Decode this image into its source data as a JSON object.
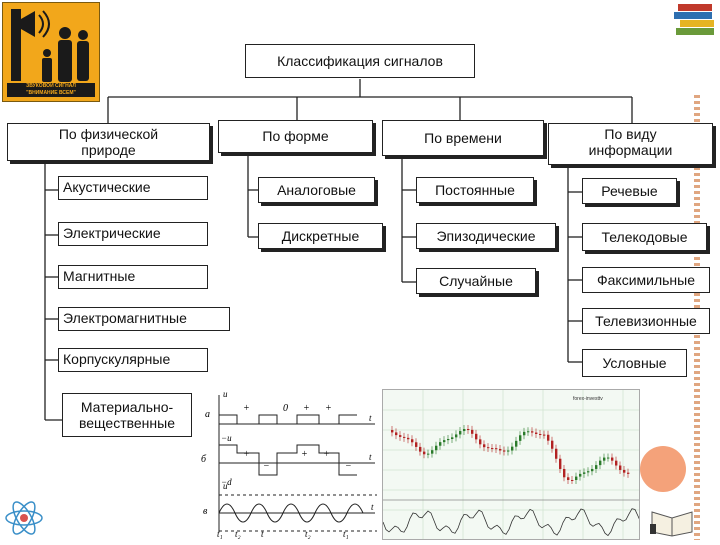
{
  "title": "Классификация сигналов",
  "logo": {
    "line1": "ЗВУКОВОЙ СИГНАЛ",
    "line2": "\"ВНИМАНИЕ ВСЕМ\""
  },
  "categories": [
    {
      "label": "По физической природе",
      "items": [
        "Акустические",
        "Электрические",
        "Магнитные",
        "Электромагнитные",
        "Корпускулярные",
        "Материально-вещественные"
      ]
    },
    {
      "label": "По форме",
      "items": [
        "Аналоговые",
        "Дискретные"
      ]
    },
    {
      "label": "По времени",
      "items": [
        "Постоянные",
        "Эпизодические",
        "Случайные"
      ]
    },
    {
      "label": "По виду информации",
      "items": [
        "Речевые",
        "Телекодовые",
        "Факсимильные",
        "Телевизионные",
        "Условные"
      ]
    }
  ],
  "physical_last_line1": "Материально-",
  "physical_last_line2": "вещественные",
  "physical_head_line1": "По физической",
  "physical_head_line2": "природе",
  "info_head_line1": "По виду",
  "info_head_line2": "информации",
  "signal_figure": {
    "row_labels": [
      "a",
      "б",
      "в"
    ],
    "level_labels": [
      "u",
      "−u",
      "−d",
      "u"
    ],
    "symbols_a": [
      "+",
      "0",
      "+",
      "+"
    ],
    "symbols_b": [
      "+",
      "−",
      "+",
      "+",
      "−"
    ],
    "time_label": "t",
    "time_ticks": [
      "t₁",
      "t₂",
      "t",
      "t₂",
      "t₁"
    ]
  },
  "chart_caption": "forex-investtv",
  "colors": {
    "logo": "#f2a71b",
    "accent": "#f4a27a",
    "candle_up": "#2a7a2a",
    "candle_down": "#b22222"
  }
}
